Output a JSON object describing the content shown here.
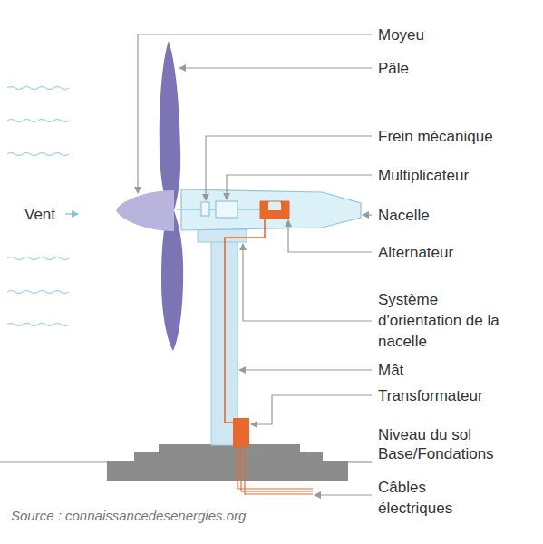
{
  "diagram": {
    "caption": "Source : connaissancedesenergies.org",
    "labels": [
      "Moyeu",
      "Pâle",
      "Frein mécanique",
      "Multiplicateur",
      "Nacelle",
      "Alternateur",
      "Système d'orientation de la nacelle",
      "Mât",
      "Transformateur",
      "Niveau du sol",
      "Base/Fondations",
      "Câbles électriques",
      "Vent"
    ]
  }
}
